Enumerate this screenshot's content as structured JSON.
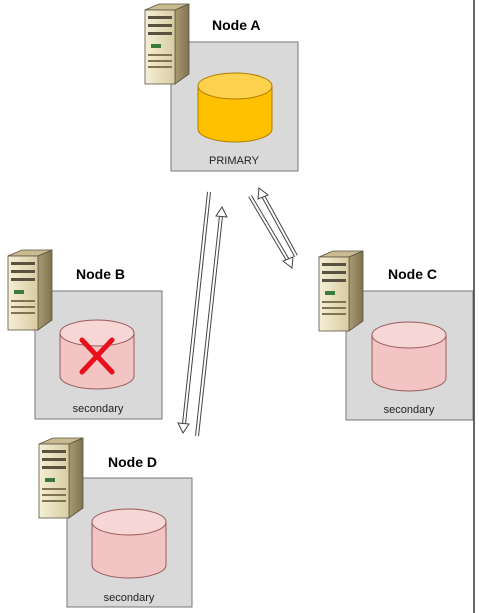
{
  "nodes": [
    {
      "id": "a",
      "name": "Node A",
      "role": "PRIMARY",
      "failed": false,
      "db_fill": "#ffc000",
      "db_top": "#ffd24d",
      "db_stroke": "#b07d00"
    },
    {
      "id": "b",
      "name": "Node B",
      "role": "secondary",
      "failed": true,
      "db_fill": "#f2c4c4",
      "db_top": "#f7d6d6",
      "db_stroke": "#9a5a5a"
    },
    {
      "id": "c",
      "name": "Node C",
      "role": "secondary",
      "failed": false,
      "db_fill": "#f2c4c4",
      "db_top": "#f7d6d6",
      "db_stroke": "#9a5a5a"
    },
    {
      "id": "d",
      "name": "Node D",
      "role": "secondary",
      "failed": false,
      "db_fill": "#f2c4c4",
      "db_top": "#f7d6d6",
      "db_stroke": "#9a5a5a"
    }
  ],
  "links": [
    {
      "from": "Node A",
      "to": "Node C",
      "bidirectional": true
    },
    {
      "from": "Node A",
      "to": "Node D",
      "bidirectional": true
    }
  ],
  "colors": {
    "panel_fill": "#d9d9d9",
    "panel_stroke": "#777777",
    "failure_mark": "#e8101a",
    "server_body": "#efe6c8"
  },
  "icons": {
    "server": "server-tower-icon",
    "database": "database-cylinder-icon",
    "failure": "red-x-icon"
  }
}
